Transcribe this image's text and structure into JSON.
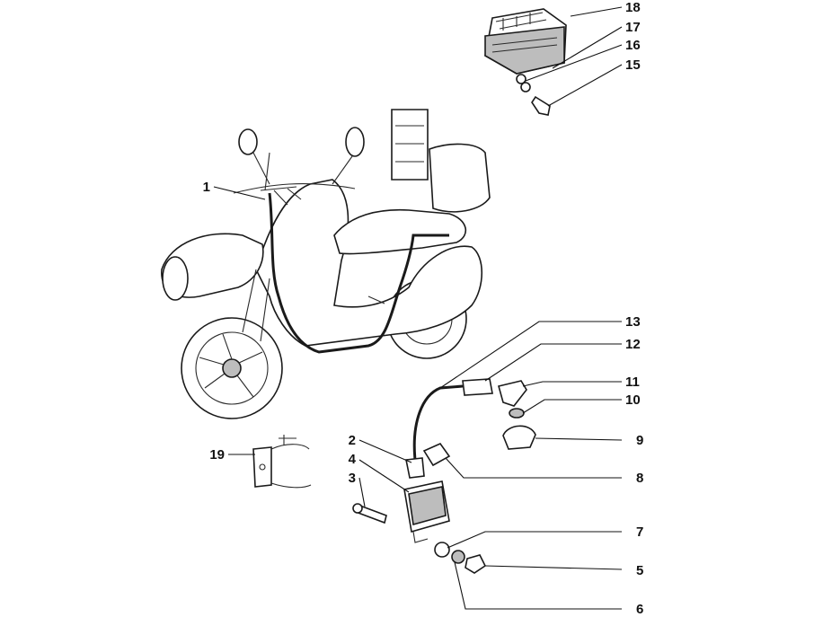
{
  "colors": {
    "ink": "#111111",
    "paper": "#ffffff",
    "shade": "#bdbdbd"
  },
  "callouts": [
    {
      "id": "1",
      "text": "1"
    },
    {
      "id": "2",
      "text": "2"
    },
    {
      "id": "3",
      "text": "3"
    },
    {
      "id": "4",
      "text": "4"
    },
    {
      "id": "5",
      "text": "5"
    },
    {
      "id": "6",
      "text": "6"
    },
    {
      "id": "7",
      "text": "7"
    },
    {
      "id": "8",
      "text": "8"
    },
    {
      "id": "9",
      "text": "9"
    },
    {
      "id": "10",
      "text": "10"
    },
    {
      "id": "11",
      "text": "11"
    },
    {
      "id": "12",
      "text": "12"
    },
    {
      "id": "13",
      "text": "13"
    },
    {
      "id": "15",
      "text": "15"
    },
    {
      "id": "16",
      "text": "16"
    },
    {
      "id": "17",
      "text": "17"
    },
    {
      "id": "18",
      "text": "18"
    },
    {
      "id": "19",
      "text": "19"
    }
  ]
}
